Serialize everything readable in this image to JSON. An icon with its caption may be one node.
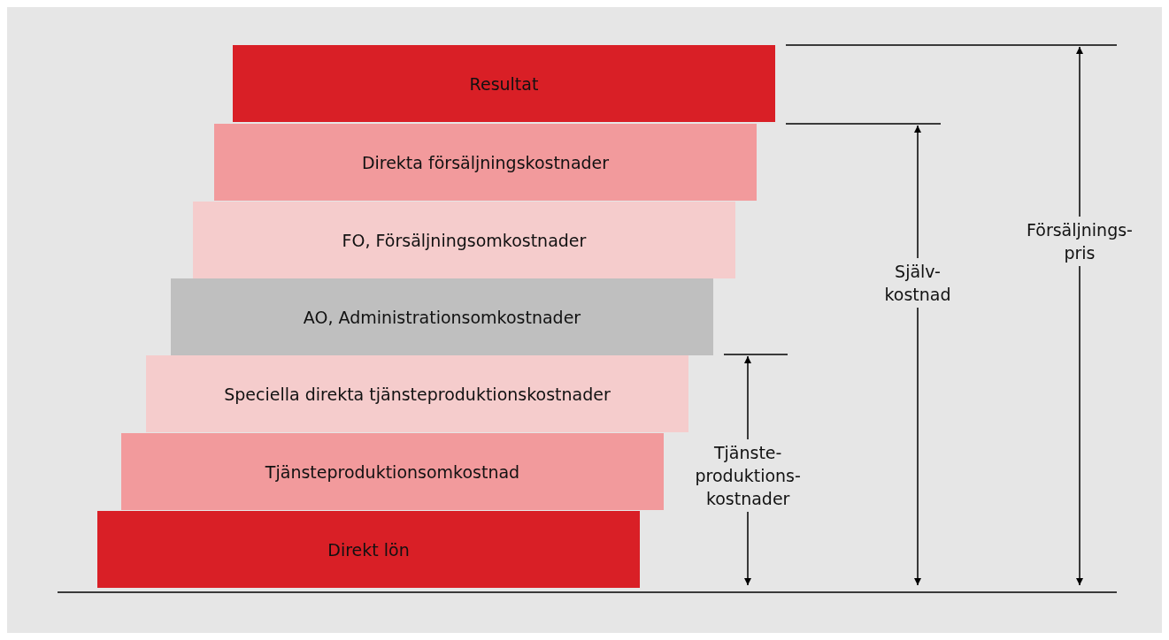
{
  "diagram": {
    "nodes": [
      {
        "text": [
          "Resultat"
        ]
      },
      {
        "text": [
          "Direkta försäljningskostnader"
        ]
      },
      {
        "text": [
          "FO, Försäljningsomkostnader"
        ]
      },
      {
        "text": [
          "AO, Administrationsomkostnader"
        ]
      },
      {
        "text": [
          "Speciella direkta tjänsteproduktionskostnader"
        ]
      },
      {
        "text": [
          "Tjänsteproduktionsomkostnad"
        ]
      },
      {
        "text": [
          "Direkt lön"
        ]
      }
    ],
    "labels": [
      "Försäljnings- pris",
      "Själv- kostnad",
      "Tjänste- produktions- kostnader"
    ]
  }
}
